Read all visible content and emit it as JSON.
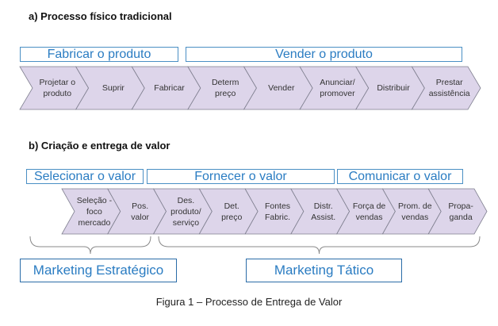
{
  "section_a": {
    "title": "a) Processo físico tradicional",
    "phases": [
      "Fabricar o produto",
      "Vender o produto"
    ],
    "steps": [
      "Projetar o\nproduto",
      "Suprir",
      "Fabricar",
      "Determ\npreço",
      "Vender",
      "Anunciar/\npromover",
      "Distribuir",
      "Prestar\nassistência"
    ]
  },
  "section_b": {
    "title": "b) Criação e entrega de valor",
    "phases": [
      "Selecionar o valor",
      "Fornecer o valor",
      "Comunicar o valor"
    ],
    "steps": [
      "Seleção  -\nfoco\nmercado",
      "Pos.\nvalor",
      "Des.\nproduto/\nserviço",
      "Det.\npreço",
      "Fontes\nFabric.",
      "Distr.\nAssist.",
      "Força de\nvendas",
      "Prom. de\nvendas",
      "Propa-\nganda"
    ],
    "groups": [
      "Marketing Estratégico",
      "Marketing Tático"
    ]
  },
  "caption": "Figura 1 – Processo de Entrega de Valor",
  "colors": {
    "chevron_fill": "#ddd5ea",
    "chevron_stroke": "#7f7f8f",
    "phase_border": "#4a8fc4",
    "phase_text": "#2a7cc2"
  }
}
